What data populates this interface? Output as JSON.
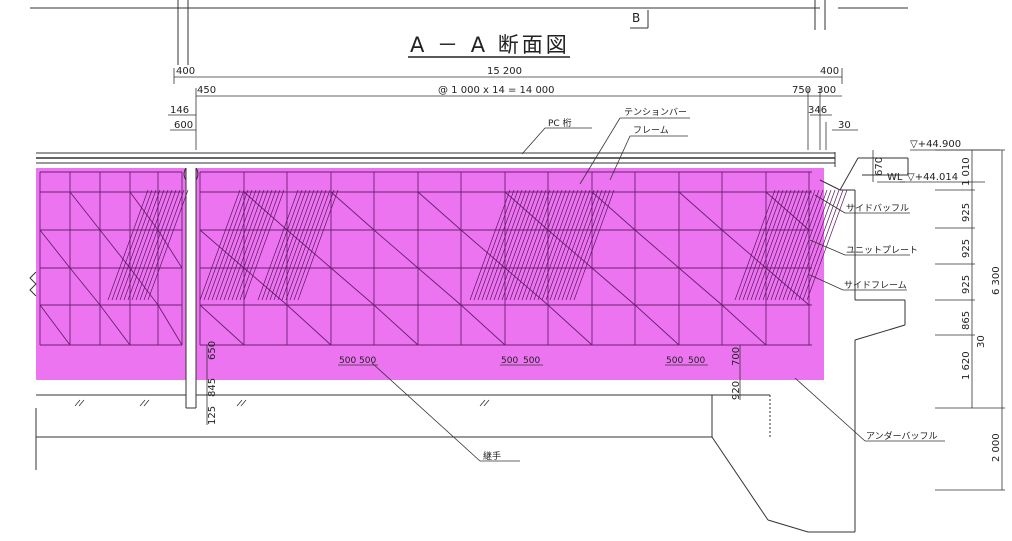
{
  "drawing": {
    "title": "A － A 断面図",
    "section_marker": "B",
    "dimensions": {
      "top_left": "400",
      "top_total": "15 200",
      "top_right": "400",
      "left_450": "450",
      "pitch": "@ 1 000 x 14 = 14 000",
      "right_750": "750",
      "right_300": "300",
      "left_146": "146",
      "left_600": "600",
      "right_346": "346",
      "right_30": "30",
      "pair_500a": "500",
      "pair_500b": "500",
      "bottom_650": "650",
      "bottom_845": "845",
      "bottom_125": "125",
      "bottom_920": "920",
      "bottom_700": "700",
      "wl_670": "670"
    },
    "elevations": {
      "top": "▽+44.900",
      "wl_label": "WL",
      "wl": "▽+44.014"
    },
    "vertical_dims": {
      "d1010": "1 010",
      "d925a": "925",
      "d925b": "925",
      "d925c": "925",
      "d865": "865",
      "d30": "30",
      "d1620": "1 620",
      "total": "6 300",
      "d2000": "2 000"
    },
    "labels": {
      "pc_beam": "PC 桁",
      "tension_bar": "テンションバー",
      "frame": "フレーム",
      "side_baffle": "サイドバッフル",
      "unit_plate": "ユニットプレート",
      "side_frame": "サイドフレーム",
      "under_baffle": "アンダーバッフル",
      "joint": "継手"
    },
    "colors": {
      "highlight": "#e21ee8",
      "line": "#333333"
    }
  }
}
